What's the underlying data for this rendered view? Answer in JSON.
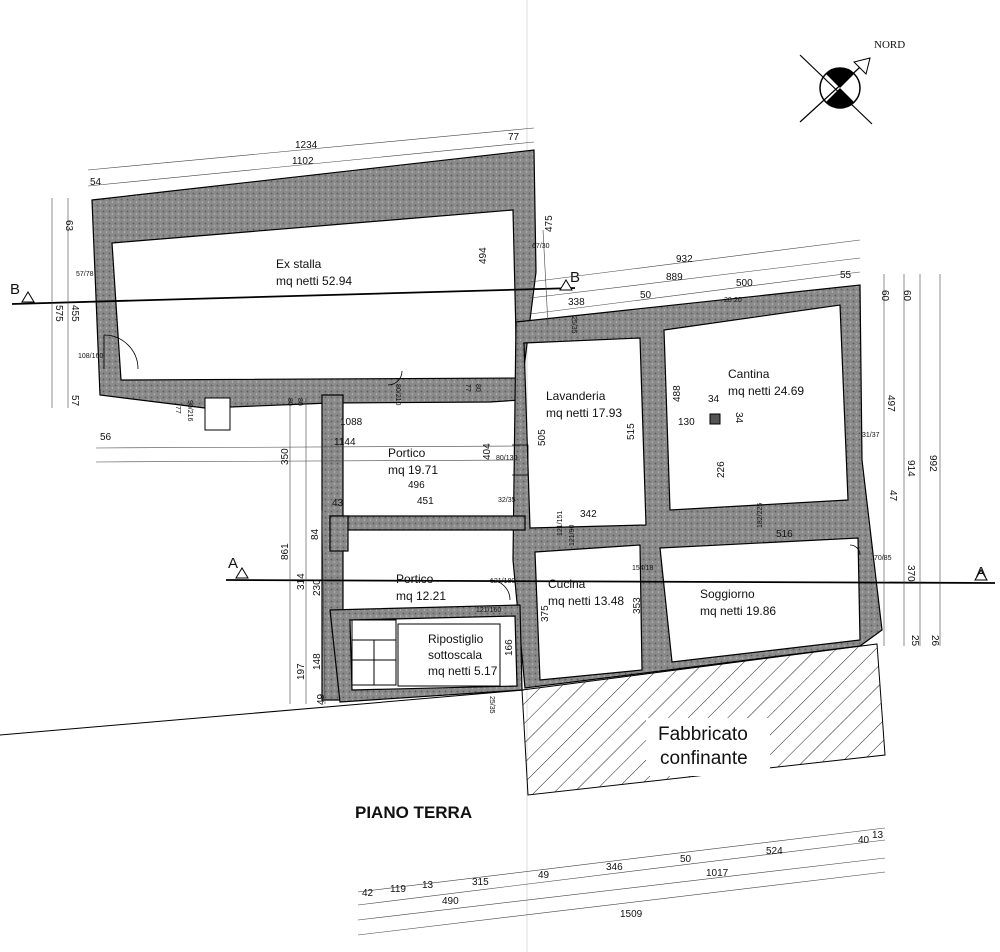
{
  "title": "PIANO TERRA",
  "north_label": "NORD",
  "section_labels": [
    "B",
    "B",
    "A",
    "A"
  ],
  "rooms": [
    {
      "name": "Ex stalla",
      "area": "mq netti 52.94"
    },
    {
      "name": "Portico",
      "area": "mq 19.71"
    },
    {
      "name": "Lavanderia",
      "area": "mq netti 17.93"
    },
    {
      "name": "Cantina",
      "area": "mq netti 24.69"
    },
    {
      "name": "Portico",
      "area": "mq 12.21"
    },
    {
      "name": "Cucina",
      "area": "mq netti 13.48"
    },
    {
      "name": "Soggiorno",
      "area": "mq netti 19.86"
    },
    {
      "name": "Ripostiglio",
      "line2": "sottoscala",
      "area": "mq netti 5.17"
    }
  ],
  "neighbour": {
    "line1": "Fabbricato",
    "line2": "confinante"
  },
  "dims": {
    "top": [
      "1234",
      "77",
      "1102",
      "54"
    ],
    "right_top": [
      "932",
      "889",
      "500",
      "55",
      "338",
      "50",
      "20",
      "20"
    ],
    "left_v": [
      "63",
      "575",
      "455",
      "57",
      "57/78",
      "108/160"
    ],
    "mid_v": [
      "494",
      "475",
      "67/30"
    ],
    "right_v": [
      "60",
      "60",
      "497",
      "914",
      "992",
      "47",
      "370",
      "25",
      "26",
      "31/37",
      "70/85"
    ],
    "inner": [
      "1088",
      "1144",
      "56",
      "404",
      "350",
      "496",
      "43",
      "451",
      "32/35",
      "505",
      "515",
      "488",
      "130",
      "34",
      "34",
      "226",
      "342",
      "516",
      "80/130"
    ],
    "lower_v": [
      "861",
      "84",
      "314",
      "230",
      "148",
      "197",
      "49",
      "375",
      "353",
      "166"
    ],
    "bottom": [
      "40",
      "13",
      "524",
      "50",
      "1017",
      "346",
      "49",
      "315",
      "13",
      "119",
      "42",
      "490",
      "1509"
    ],
    "openings": [
      "90/216",
      "77",
      "80",
      "80",
      "77",
      "80",
      "25/35",
      "121/151",
      "121/90",
      "154/18",
      "182/225",
      "121/180",
      "121/160",
      "25/35",
      "80/210"
    ]
  }
}
